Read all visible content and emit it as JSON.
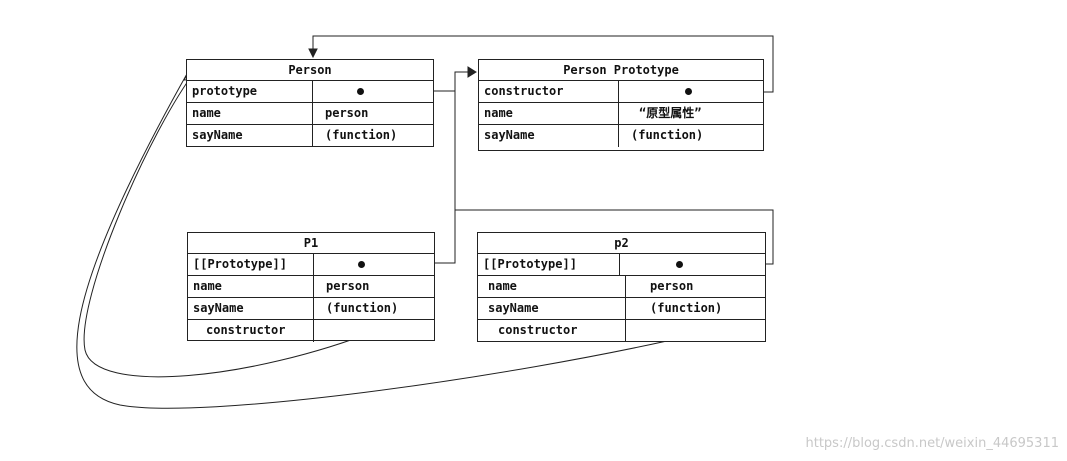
{
  "person": {
    "title": "Person",
    "rows": [
      {
        "key": "prototype",
        "value": ""
      },
      {
        "key": "name",
        "value": "person"
      },
      {
        "key": "sayName",
        "value": "(function)"
      }
    ]
  },
  "person_prototype": {
    "title": "Person Prototype",
    "rows": [
      {
        "key": "constructor",
        "value": ""
      },
      {
        "key": "name",
        "value": "“原型属性”"
      },
      {
        "key": "sayName",
        "value": "(function)"
      }
    ]
  },
  "p1": {
    "title": "P1",
    "rows": [
      {
        "key": "[[Prototype]]",
        "value": ""
      },
      {
        "key": "name",
        "value": "person"
      },
      {
        "key": "sayName",
        "value": "(function)"
      },
      {
        "key": "constructor",
        "value": ""
      }
    ]
  },
  "p2": {
    "title": "p2",
    "rows": [
      {
        "key": "[[Prototype]]",
        "value": ""
      },
      {
        "key": "name",
        "value": "person"
      },
      {
        "key": "sayName",
        "value": "(function)"
      },
      {
        "key": "constructor",
        "value": ""
      }
    ]
  },
  "watermark": "https://blog.csdn.net/weixin_44695311"
}
